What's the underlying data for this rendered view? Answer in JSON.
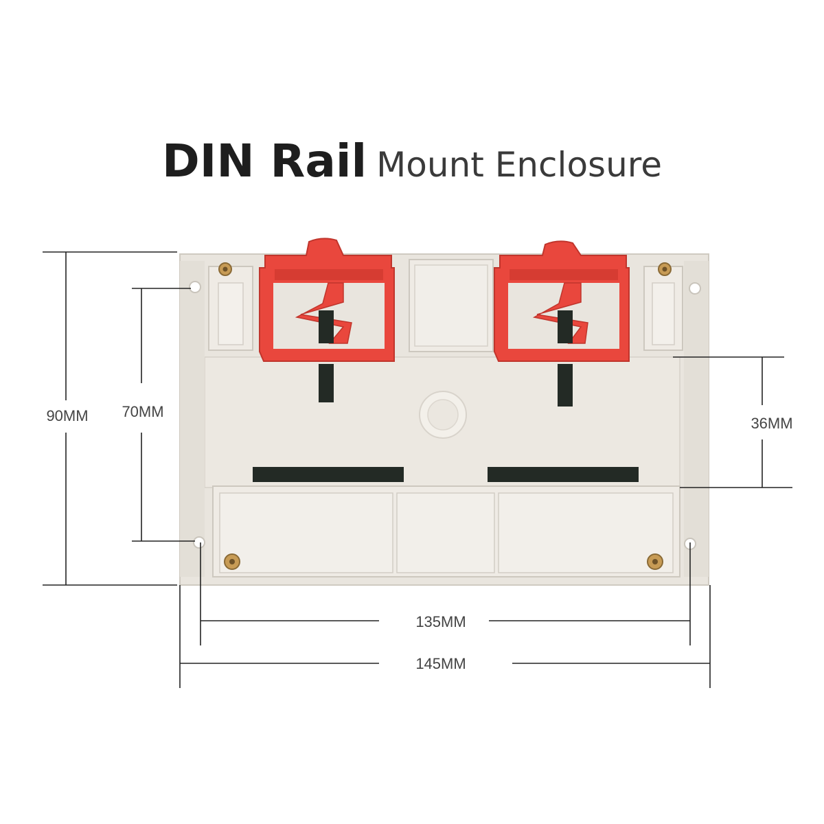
{
  "title": {
    "bold_part": "DIN Rail",
    "light_part": "Mount Enclosure"
  },
  "dimensions": {
    "overall_height": "90MM",
    "hole_height": "70MM",
    "rail_slot": "36MM",
    "hole_width": "135MM",
    "overall_width": "145MM"
  },
  "colors": {
    "enclosure": "#eae6df",
    "clip": "#e8463c",
    "dimension_line": "#222222"
  }
}
